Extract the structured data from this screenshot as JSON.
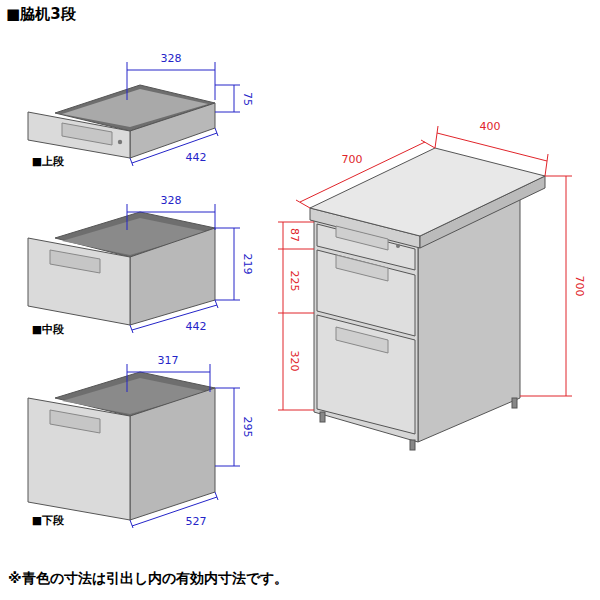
{
  "diagram": {
    "title": "■脇机3段",
    "caption": "※青色の寸法は引出し内の有効内寸法です。",
    "labels": [
      "328",
      "75",
      "442",
      "■上段",
      "328",
      "219",
      "442",
      "■中段",
      "317",
      "295",
      "527",
      "■下段",
      "400",
      "700",
      "700",
      "87",
      "225",
      "320"
    ]
  }
}
